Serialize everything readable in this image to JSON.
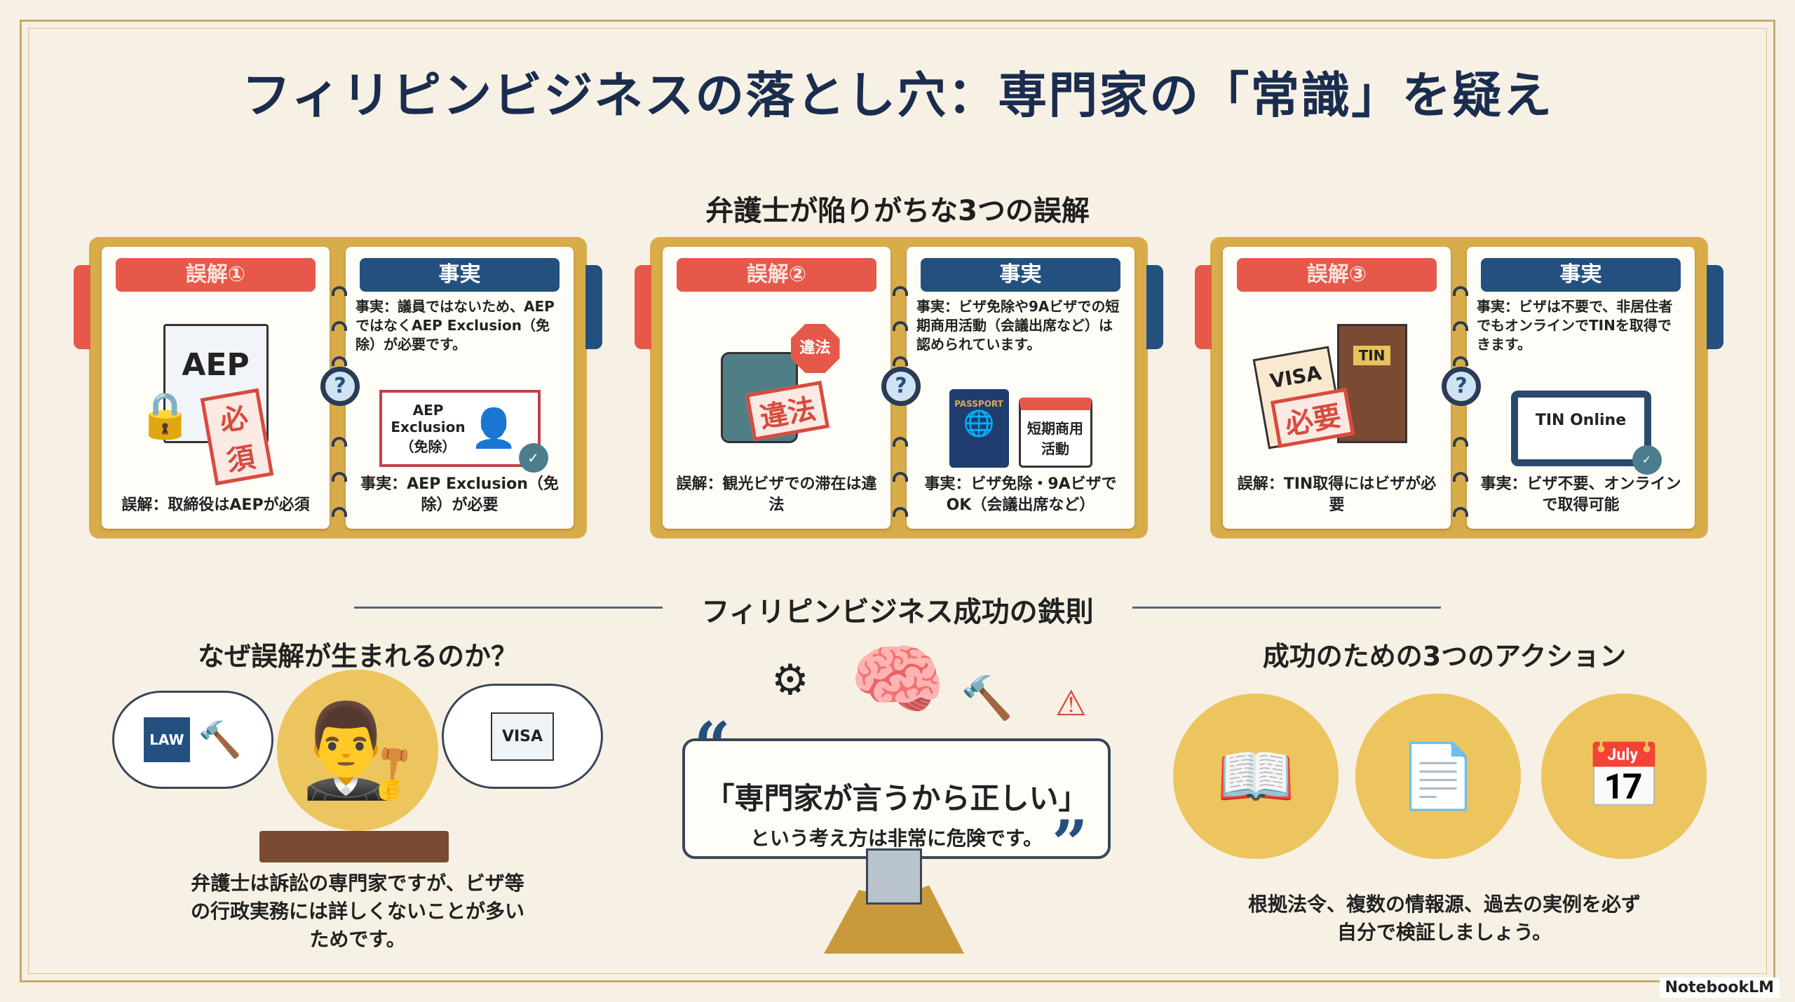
{
  "title": "フィリピンビジネスの落とし穴：専門家の「常識」を疑え",
  "subtitle": "弁護士が陥りがちな3つの誤解",
  "cards": [
    {
      "myth_label": "誤解①",
      "fact_label": "事実",
      "myth_icon": "AEP",
      "myth_stamp": "必須",
      "fact_text": "事実：議員ではないため、AEPではなくAEP Exclusion（免除）が必要です。",
      "fact_icon": "AEP Exclusion（免除）",
      "myth_caption": "誤解：取締役はAEPが必須",
      "fact_caption": "事実：AEP Exclusion（免除）が必要"
    },
    {
      "myth_label": "誤解②",
      "fact_label": "事実",
      "myth_icon": "違法",
      "myth_stamp": "違法",
      "fact_text": "事実：ビザ免除や9Aビザでの短期商用活動（会議出席など）は認められています。",
      "fact_icon": "短期商用活動",
      "myth_caption": "誤解：観光ビザでの滞在は違法",
      "fact_caption": "事実：ビザ免除・9AビザでOK（会議出席など）"
    },
    {
      "myth_label": "誤解③",
      "fact_label": "事実",
      "myth_icon": "TIN",
      "myth_stamp": "必要",
      "fact_text": "事実：ビザは不要で、非居住者でもオンラインでTINを取得できます。",
      "fact_icon": "TIN Online",
      "myth_caption": "誤解：TIN取得にはビザが必要",
      "fact_caption": "事実：ビザ不要、オンラインで取得可能"
    }
  ],
  "section_title": "フィリピンビジネス成功の鉄則",
  "why": {
    "heading": "なぜ誤解が生まれるのか？",
    "text": "弁護士は訴訟の専門家ですが、ビザ等の行政実務には詳しくないことが多いためです。",
    "icons": [
      "LAW",
      "VISA"
    ]
  },
  "quote": {
    "main": "「専門家が言うから正しい」",
    "sub": "という考え方は非常に危険です。"
  },
  "actions": {
    "heading": "成功のための3つのアクション",
    "text": "根拠法令、複数の情報源、過去の実例を必ず自分で検証しましょう。"
  },
  "brand": "NotebookLM",
  "colors": {
    "myth": "#e6584a",
    "fact": "#24507f",
    "gold": "#d9ac4a"
  }
}
